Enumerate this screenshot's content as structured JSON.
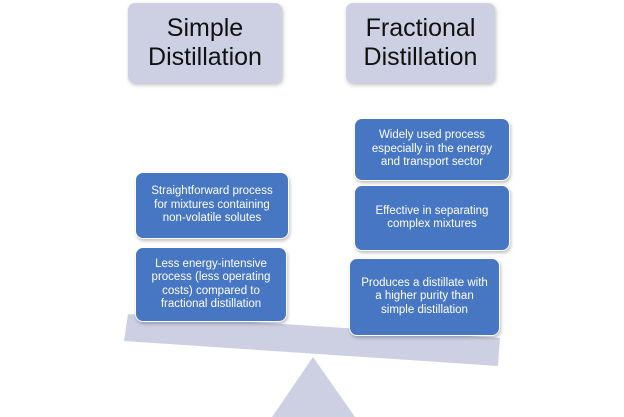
{
  "colors": {
    "header_fill": "#ccd0e2",
    "card_fill": "#4776c2",
    "beam_fill": "#ccd0e2",
    "text_dark": "#111111",
    "text_light": "#ffffff"
  },
  "left": {
    "title": "Simple Distillation",
    "items": [
      "Straightforward process for mixtures containing non-volatile solutes",
      "Less energy-intensive process (less operating costs) compared to fractional distillation"
    ]
  },
  "right": {
    "title": "Fractional Distillation",
    "items": [
      "Widely used process especially in the energy and transport sector",
      "Effective in separating complex mixtures",
      "Produces a distillate with a higher purity than simple distillation"
    ]
  }
}
